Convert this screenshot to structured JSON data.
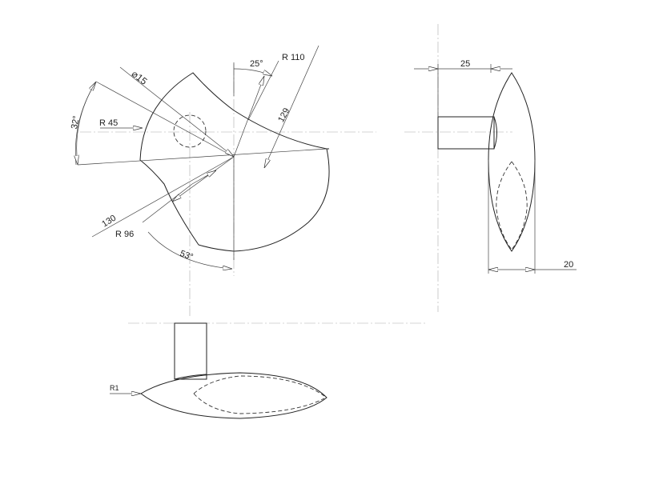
{
  "drawing": {
    "front_view": {
      "diameter_label": "⌀15",
      "radius_45_label": "R 45",
      "radius_110_label": "R 110",
      "radius_96_label": "R 96",
      "angle_25_label": "25°",
      "angle_32_label": "32°",
      "angle_53_label": "53°",
      "length_129_label": "129",
      "length_130_label": "130"
    },
    "side_view": {
      "width_25_label": "25",
      "thickness_20_label": "20"
    },
    "top_view": {
      "radius_1_label": "R1"
    }
  }
}
